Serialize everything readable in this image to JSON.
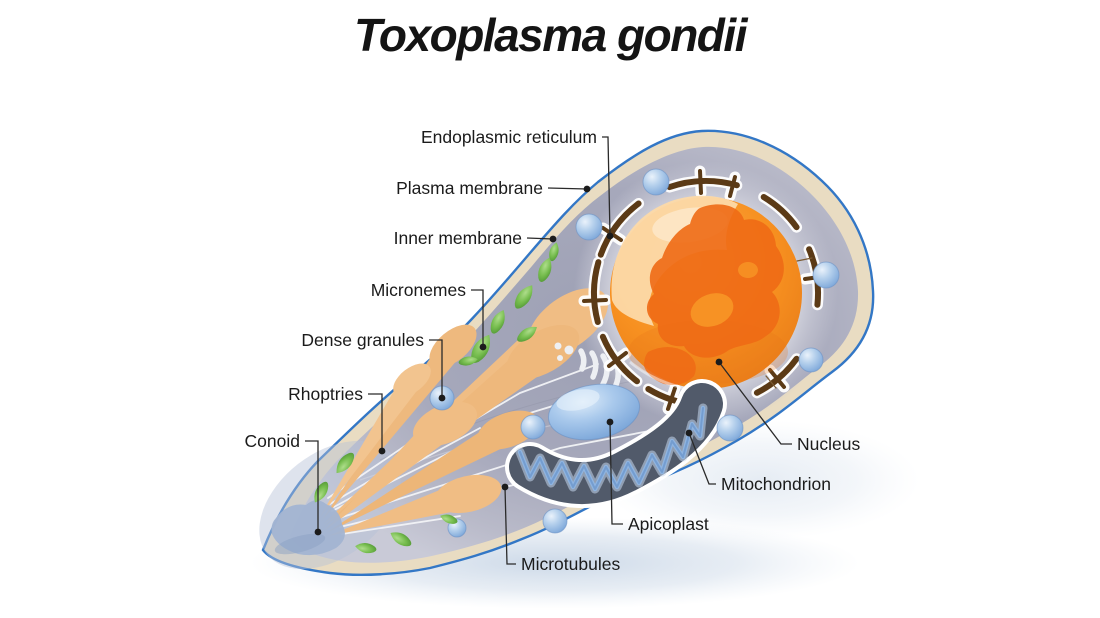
{
  "title": "Toxoplasma gondii",
  "labels": {
    "endoplasmic_reticulum": "Endoplasmic reticulum",
    "plasma_membrane": "Plasma membrane",
    "inner_membrane": "Inner membrane",
    "micronemes": "Micronemes",
    "dense_granules": "Dense granules",
    "rhoptries": "Rhoptries",
    "conoid": "Conoid",
    "nucleus": "Nucleus",
    "mitochondrion": "Mitochondrion",
    "apicoplast": "Apicoplast",
    "microtubules": "Microtubules"
  },
  "colors": {
    "background": "#ffffff",
    "membrane_outline": "#3377c6",
    "membrane_band": "#e9dcc2",
    "cytoplasm": "#a6a8bb",
    "nucleus_base": "#f79626",
    "nucleus_dark": "#ee6a15",
    "nucleus_highlight": "#fcd9a8",
    "er": "#5b3a16",
    "er_casing": "#ffffff",
    "dense_granule": "#9dbde4",
    "microneme": "#76bd4e",
    "rhoptry": "#f0bd84",
    "mitochondrion_body": "#515a6a",
    "mitochondrion_cristae": "#8fb4e0",
    "apicoplast": "#8fb6e4",
    "conoid": "#a2b4d2",
    "golgi": "#edeff3",
    "microtubule": "#f3f4f7",
    "label_line": "#2a2a2a",
    "label_text": "#1b1b1b",
    "shadow": "#c3d2e4"
  }
}
